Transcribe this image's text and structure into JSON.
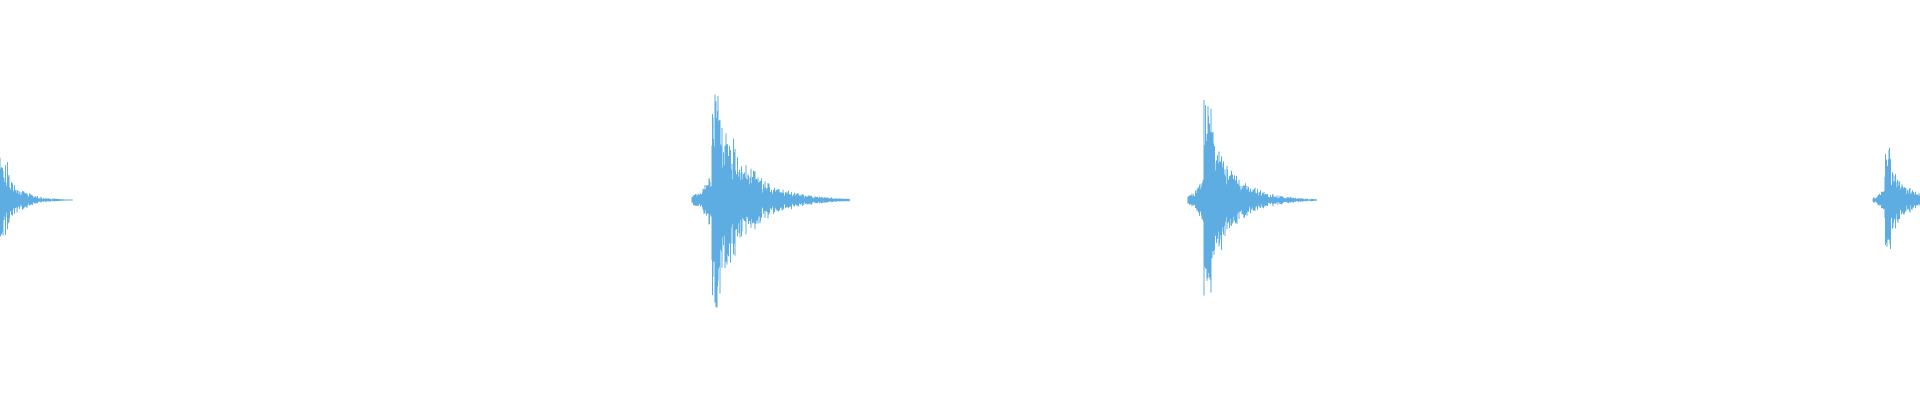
{
  "waveform": {
    "color": "#5dade2",
    "background": "#ffffff",
    "duration_units": 1920,
    "peak_amplitude": 1.0,
    "transients": [
      {
        "onset": 0,
        "peak": 0.36,
        "decay": 58,
        "pre": 0,
        "cut_start": true
      },
      {
        "onset": 712,
        "peak": 1.0,
        "decay": 110,
        "pre": 20,
        "cut_start": false
      },
      {
        "onset": 1204,
        "peak": 0.81,
        "decay": 90,
        "pre": 16,
        "cut_start": false
      },
      {
        "onset": 1885,
        "peak": 0.48,
        "decay": 60,
        "pre": 12,
        "cut_start": false
      }
    ]
  }
}
